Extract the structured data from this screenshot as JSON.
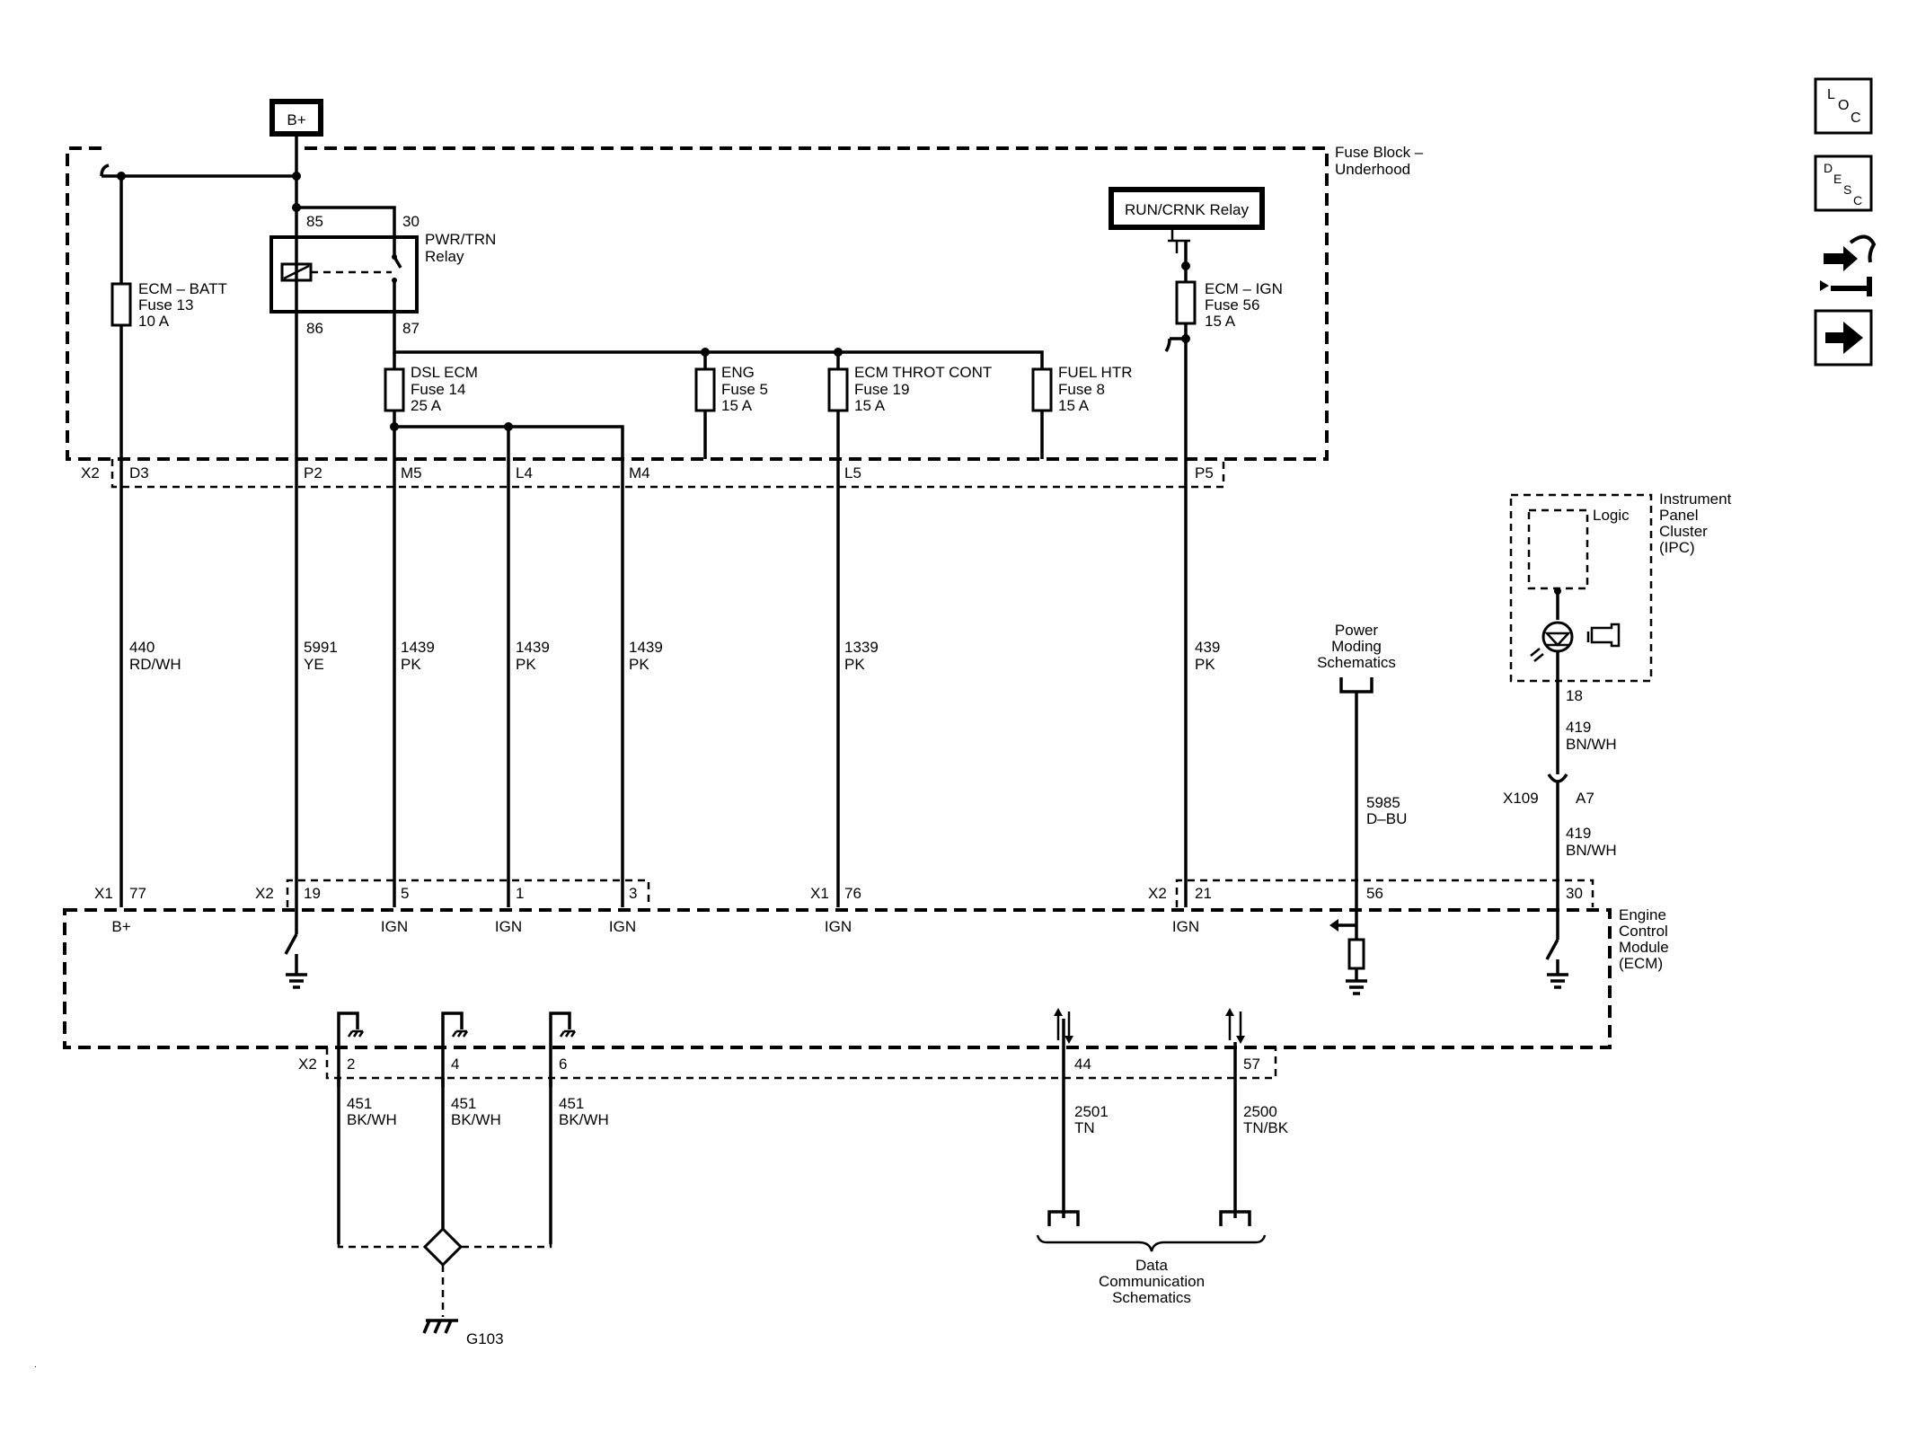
{
  "power": {
    "bplus": "B+"
  },
  "fuse_block": {
    "line1": "Fuse Block –",
    "line2": "Underhood"
  },
  "relays": {
    "pwr_trn": {
      "line1": "PWR/TRN",
      "line2": "Relay",
      "pin85": "85",
      "pin30": "30",
      "pin86": "86",
      "pin87": "87"
    },
    "run_crnk": {
      "label": "RUN/CRNK Relay"
    }
  },
  "fuses": {
    "ecm_batt": {
      "name": "ECM – BATT",
      "fuse": "Fuse 13",
      "amps": "10 A"
    },
    "dsl_ecm": {
      "name": "DSL ECM",
      "fuse": "Fuse 14",
      "amps": "25 A"
    },
    "eng": {
      "name": "ENG",
      "fuse": "Fuse 5",
      "amps": "15 A"
    },
    "ecm_throt": {
      "name": "ECM THROT CONT",
      "fuse": "Fuse 19",
      "amps": "15 A"
    },
    "fuel_htr": {
      "name": "FUEL HTR",
      "fuse": "Fuse 8",
      "amps": "15 A"
    },
    "ecm_ign": {
      "name": "ECM – IGN",
      "fuse": "Fuse 56",
      "amps": "15 A"
    }
  },
  "fb_connector": {
    "name": "X2",
    "pins": [
      "D3",
      "P2",
      "M5",
      "L4",
      "M4",
      "L5",
      "P5"
    ]
  },
  "wires": [
    {
      "circuit": "440",
      "color": "RD/WH"
    },
    {
      "circuit": "5991",
      "color": "YE"
    },
    {
      "circuit": "1439",
      "color": "PK"
    },
    {
      "circuit": "1439",
      "color": "PK"
    },
    {
      "circuit": "1439",
      "color": "PK"
    },
    {
      "circuit": "1339",
      "color": "PK"
    },
    {
      "circuit": "439",
      "color": "PK"
    }
  ],
  "power_moding": {
    "line1": "Power",
    "line2": "Moding",
    "line3": "Schematics",
    "circuit": "5985",
    "color": "D–BU"
  },
  "ipc": {
    "logic": "Logic",
    "line1": "Instrument",
    "line2": "Panel",
    "line3": "Cluster",
    "line4": "(IPC)",
    "pin": "18",
    "circuit": "419",
    "color": "BN/WH",
    "connector": "X109",
    "conn_pin": "A7",
    "circuit2": "419",
    "color2": "BN/WH"
  },
  "ecm": {
    "line1": "Engine",
    "line2": "Control",
    "line3": "Module",
    "line4": "(ECM)",
    "top_pins": [
      {
        "conn": "X1",
        "pin": "77",
        "func": "B+"
      },
      {
        "conn": "X2",
        "pin": "19",
        "func": ""
      },
      {
        "conn": "",
        "pin": "5",
        "func": "IGN"
      },
      {
        "conn": "",
        "pin": "1",
        "func": "IGN"
      },
      {
        "conn": "",
        "pin": "3",
        "func": "IGN"
      },
      {
        "conn": "X1",
        "pin": "76",
        "func": "IGN"
      },
      {
        "conn": "X2",
        "pin": "21",
        "func": "IGN"
      },
      {
        "conn": "",
        "pin": "56",
        "func": ""
      },
      {
        "conn": "",
        "pin": "30",
        "func": ""
      }
    ],
    "bottom_conn": "X2",
    "bottom_pins": [
      "2",
      "4",
      "6",
      "44",
      "57"
    ]
  },
  "grounds": [
    {
      "circuit": "451",
      "color": "BK/WH"
    },
    {
      "circuit": "451",
      "color": "BK/WH"
    },
    {
      "circuit": "451",
      "color": "BK/WH"
    }
  ],
  "ground_point": "G103",
  "data_comm": {
    "wires": [
      {
        "circuit": "2501",
        "color": "TN"
      },
      {
        "circuit": "2500",
        "color": "TN/BK"
      }
    ],
    "line1": "Data",
    "line2": "Communication",
    "line3": "Schematics"
  },
  "side_nav": {
    "loc": {
      "l": "L",
      "o": "O",
      "c": "C"
    },
    "desc": {
      "d": "D",
      "e": "E",
      "s": "S",
      "c": "C"
    }
  }
}
